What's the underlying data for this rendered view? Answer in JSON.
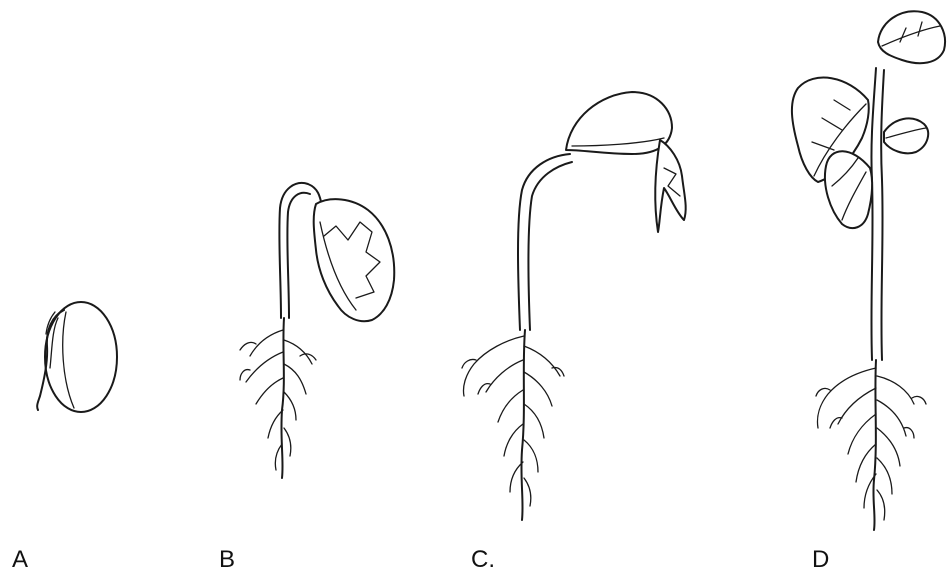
{
  "stages": [
    {
      "id": "A",
      "label": "A"
    },
    {
      "id": "B",
      "label": "B"
    },
    {
      "id": "C",
      "label": "C."
    },
    {
      "id": "D",
      "label": "D"
    }
  ],
  "colors": {
    "ink": "#1a1a1a",
    "background": "#ffffff"
  }
}
